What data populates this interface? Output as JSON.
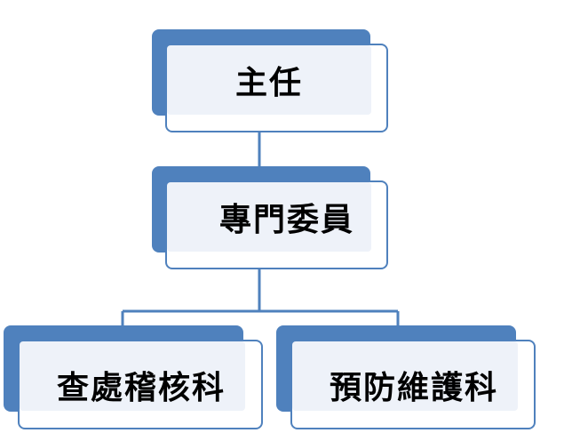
{
  "colors": {
    "accent": "#4f81bd",
    "card_fill": "#eef2f9",
    "connector": "#4f81bd",
    "text": "#000000"
  },
  "org_chart": {
    "top": {
      "label": "主任"
    },
    "middle": {
      "label": "專門委員"
    },
    "children": [
      {
        "label": "查處稽核科"
      },
      {
        "label": "預防維護科"
      }
    ]
  }
}
